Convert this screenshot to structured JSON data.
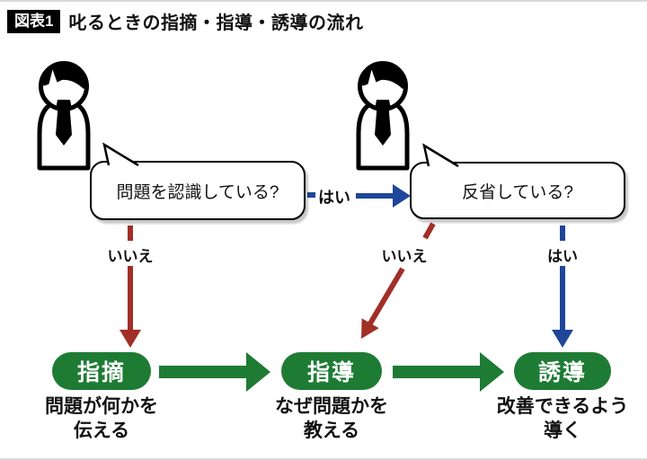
{
  "title": {
    "badge": "図表1",
    "text": "叱るときの指摘・指導・誘導の流れ"
  },
  "questions": [
    {
      "text": "問題を認識している?"
    },
    {
      "text": "反省している?"
    }
  ],
  "labels": {
    "yes_between": "はい",
    "no_left": "いいえ",
    "no_mid": "いいえ",
    "yes_right": "はい"
  },
  "steps": [
    {
      "label": "指摘",
      "desc_line1": "問題が何かを",
      "desc_line2": "伝える"
    },
    {
      "label": "指導",
      "desc_line1": "なぜ問題かを",
      "desc_line2": "教える"
    },
    {
      "label": "誘導",
      "desc_line1": "改善できるよう",
      "desc_line2": "導く"
    }
  ],
  "colors": {
    "green": "#1e7b34",
    "blue": "#1f4699",
    "red": "#a22e28"
  }
}
